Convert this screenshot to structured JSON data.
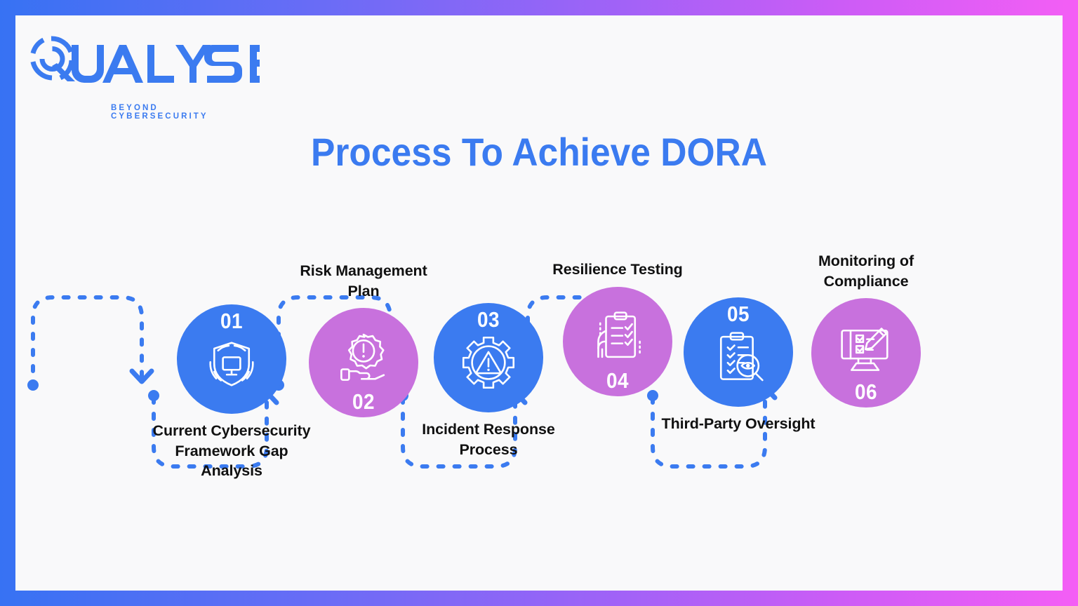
{
  "brand": {
    "name": "QUALYSEC",
    "tagline": "BEYOND CYBERSECURITY",
    "logo_color": "#3b7bf0"
  },
  "header": {
    "title": "Process To Achieve DORA",
    "title_color": "#3b7bf0"
  },
  "theme": {
    "frame_gradient_start": "#3772f3",
    "frame_gradient_end": "#f45ef5",
    "card_background": "#f9f9fa",
    "blue": "#3b7bf0",
    "purple": "#c871dd",
    "connector": "#3b7bf0",
    "label_color": "#111111"
  },
  "diagram": {
    "type": "process-flow",
    "orientation": "horizontal-zigzag",
    "step_count": 6,
    "steps": [
      {
        "number": "01",
        "label": "Current Cybersecurity Framework Gap Analysis",
        "color": "#3b7bf0",
        "color_name": "blue",
        "icon": "shield-monitor-icon",
        "number_position": "top",
        "label_position": "below"
      },
      {
        "number": "02",
        "label": "Risk Management Plan",
        "color": "#c871dd",
        "color_name": "purple",
        "icon": "hand-gear-alert-icon",
        "number_position": "bottom",
        "label_position": "above"
      },
      {
        "number": "03",
        "label": "Incident Response Process",
        "color": "#3b7bf0",
        "color_name": "blue",
        "icon": "gear-warning-triangle-icon",
        "number_position": "top",
        "label_position": "below"
      },
      {
        "number": "04",
        "label": "Resilience Testing",
        "color": "#c871dd",
        "color_name": "purple",
        "icon": "hand-clipboard-checklist-icon",
        "number_position": "bottom",
        "label_position": "above"
      },
      {
        "number": "05",
        "label": "Third-Party Oversight",
        "color": "#3b7bf0",
        "color_name": "blue",
        "icon": "clipboard-magnifier-eye-icon",
        "number_position": "top",
        "label_position": "below"
      },
      {
        "number": "06",
        "label": "Monitoring of Compliance",
        "color": "#c871dd",
        "color_name": "purple",
        "icon": "monitor-checklist-pencil-icon",
        "number_position": "bottom",
        "label_position": "above"
      }
    ]
  }
}
